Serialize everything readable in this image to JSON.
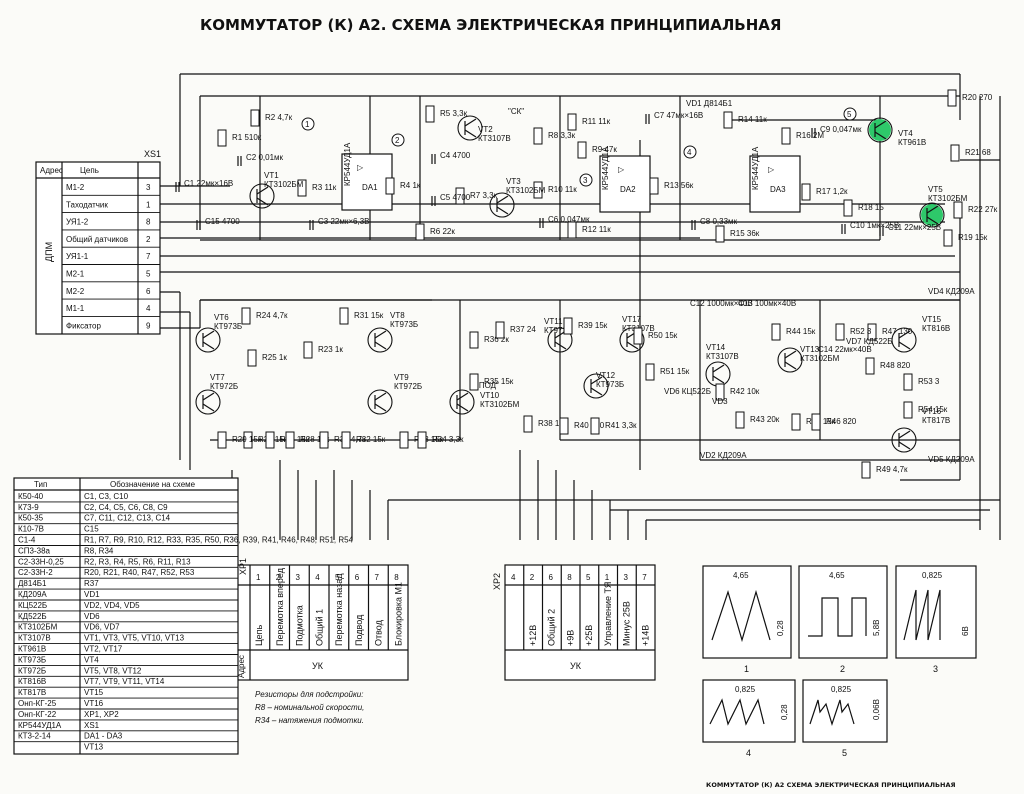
{
  "title": "КОММУТАТОР (К) А2. СХЕМА ЭЛЕКТРИЧЕСКАЯ ПРИНЦИПИАЛЬНАЯ",
  "footer": "КОММУТАТОР (К) А2 СХЕМА ЭЛЕКТРИЧЕСКАЯ ПРИНЦИПИАЛЬНАЯ",
  "highlight_color": "#2ec86a",
  "xs1": {
    "name": "XS1",
    "side_label": "ДПМ",
    "header_addr": "Адрес",
    "header_chain": "Цепь",
    "rows": [
      {
        "chain": "М1-2",
        "pin": "3"
      },
      {
        "chain": "Таходатчик",
        "pin": "1"
      },
      {
        "chain": "УЯ1-2",
        "pin": "8"
      },
      {
        "chain": "Общий датчиков",
        "pin": "2"
      },
      {
        "chain": "УЯ1-1",
        "pin": "7"
      },
      {
        "chain": "М2-1",
        "pin": "5"
      },
      {
        "chain": "М2-2",
        "pin": "6"
      },
      {
        "chain": "М1-1",
        "pin": "4"
      },
      {
        "chain": "Фиксатор",
        "pin": "9"
      }
    ]
  },
  "chips": [
    "DA1",
    "DA2",
    "DA3"
  ],
  "chip_parts": [
    "КР544УД1А",
    "КР544УД1А",
    "КР544УД1А"
  ],
  "transistors": [
    {
      "ref": "VT1",
      "type": "КТ3102БМ"
    },
    {
      "ref": "VT2",
      "type": "КТ3107В"
    },
    {
      "ref": "VT3",
      "type": "КТ3102БМ"
    },
    {
      "ref": "VT4",
      "type": "КТ961В"
    },
    {
      "ref": "VT5",
      "type": "КТ3102БМ"
    },
    {
      "ref": "VT6",
      "type": "КТ973Б"
    },
    {
      "ref": "VT7",
      "type": "КТ972Б"
    },
    {
      "ref": "VT8",
      "type": "КТ973Б"
    },
    {
      "ref": "VT9",
      "type": "КТ972Б"
    },
    {
      "ref": "VT10",
      "type": "КТ3102БМ"
    },
    {
      "ref": "VT11",
      "type": "КТ972Б"
    },
    {
      "ref": "VT12",
      "type": "КТ973Б"
    },
    {
      "ref": "VT13",
      "type": "КТ3102БМ"
    },
    {
      "ref": "VT14",
      "type": "КТ3107В"
    },
    {
      "ref": "VT15",
      "type": "КТ816В"
    },
    {
      "ref": "VT16",
      "type": "КТ817В"
    },
    {
      "ref": "VT17",
      "type": "КТ3107В"
    }
  ],
  "top_resistors": [
    "R1 510к",
    "R2 4,7к",
    "R3 11к",
    "R4 1к",
    "R5 3,3к",
    "R6 22к",
    "R7 3,3к",
    "R8 3,3к",
    "R9 47к",
    "R10 11к",
    "R11 11к",
    "R12 11к",
    "R13 56к",
    "R14 11к",
    "R15 36к",
    "R16 2М",
    "R17 1,2к",
    "R18 15",
    "R19 15к",
    "R20 270",
    "R21 68",
    "R22 27к"
  ],
  "top_caps": [
    "C1 22мк×16В",
    "C2 0,01мк",
    "C3 22мк×6,3В",
    "C4 4700",
    "C5 4700",
    "C6 0,047мк",
    "C7 47мк×16В",
    "C8 0,33мк",
    "C9 0,047мк",
    "C10 1мк×25В",
    "C11 22мк×25В",
    "C15 4700"
  ],
  "top_misc": [
    "VD1 Д814Б1",
    "\"СК\"",
    "\"ПОД\""
  ],
  "bot_resistors": [
    "R23 1к",
    "R24 4,7к",
    "R25 1к",
    "R26 15к",
    "R27 15к",
    "R28 15к",
    "R29 15к",
    "R30 4,7к",
    "R31 15к",
    "R32 15к",
    "R33 15к",
    "R34 3,3к",
    "R35 15к",
    "R36 2к",
    "R37 24",
    "R38 15к",
    "R39 15к",
    "R40 180",
    "R41 3,3к",
    "R42 10к",
    "R43 20к",
    "R44 15к",
    "R45 15к",
    "R46 820",
    "R47 130",
    "R48 820",
    "R49 4,7к",
    "R50 15к",
    "R51 15к",
    "R52 3",
    "R53 3",
    "R54 15к"
  ],
  "bot_misc": [
    "C12 1000мк×40В",
    "C13 100мк×40В",
    "C14 22мк×40В",
    "VD2 КД209А",
    "VD3",
    "VD4 КД209А",
    "VD5 КД209А",
    "VD6 КЦ522Б",
    "VD7 КД522Б"
  ],
  "nodes": [
    "1",
    "2",
    "3",
    "4",
    "5"
  ],
  "xp1": {
    "name": "XP1",
    "addr_label": "Адрес",
    "chain_label": "Цепь",
    "unit": "УК",
    "pins": [
      "1",
      "2",
      "3",
      "4",
      "5",
      "6",
      "7",
      "8"
    ],
    "chains": [
      "Перемотка вперед",
      "Подмотка",
      "Общий 1",
      "Перемотка назад",
      "Подвод",
      "Отвод",
      "Блокировка М1"
    ]
  },
  "xp2": {
    "name": "XP2",
    "unit": "УК",
    "pins": [
      "4",
      "2",
      "6",
      "8",
      "5",
      "1",
      "3",
      "7"
    ],
    "chains": [
      "+12В",
      "Общий 2",
      "+9В",
      "+25В",
      "Управление ТЯ",
      "Минус 25В",
      "+14В"
    ]
  },
  "parts_table": {
    "header_type": "Тип",
    "header_ref": "Обозначение на схеме",
    "rows": [
      [
        "К50-40",
        "С1, С3, С10"
      ],
      [
        "К73-9",
        "С2, С4, С5, С6, С8, С9"
      ],
      [
        "К50-35",
        "С7, С11, С12, С13, С14"
      ],
      [
        "К10-7В",
        "С15"
      ],
      [
        "С1-4",
        "R1, R7, R9, R10, R12, R33, R35, R50, R36, R39, R41, R46, R48, R51, R54"
      ],
      [
        "СП3-38а",
        "R8, R34"
      ],
      [
        "С2-33Н-0,25",
        "R2, R3, R4, R5, R6, R11, R13"
      ],
      [
        "С2-33Н-2",
        "R20, R21, R40, R47, R52, R53"
      ],
      [
        "Д814Б1",
        "R37"
      ],
      [
        "КД209А",
        "VD1"
      ],
      [
        "КЦ522Б",
        "VD2, VD4, VD5"
      ],
      [
        "КД522Б",
        "VD6"
      ],
      [
        "КТ3102БМ",
        "VD6, VD7"
      ],
      [
        "КТ3107В",
        "VT1, VT3, VT5, VT10, VT13"
      ],
      [
        "КТ961В",
        "VT2, VT17"
      ],
      [
        "КТ973Б",
        "VT4"
      ],
      [
        "КТ972Б",
        "VT5, VT8, VT12"
      ],
      [
        "КТ816В",
        "VT7, VT9, VT11, VT14"
      ],
      [
        "КТ817В",
        "VT15"
      ],
      [
        "Онп-КГ-25",
        "VT16"
      ],
      [
        "Онп-КГ-22",
        "XP1, XP2"
      ],
      [
        "КР544УД1А",
        "XS1"
      ],
      [
        "КТ3-2-14",
        "DA1 - DA3"
      ],
      [
        "",
        "VT13"
      ]
    ]
  },
  "notes": [
    "Резисторы для подстройки:",
    "R8 – номинальной скорости,",
    "R34 – натяжения подмотки."
  ],
  "waveforms": [
    {
      "n": "1",
      "w": "4,65",
      "a": "0,28"
    },
    {
      "n": "2",
      "w": "4,65",
      "a": "5,8В"
    },
    {
      "n": "3",
      "w": "0,825",
      "a": "6В"
    },
    {
      "n": "4",
      "w": "0,825",
      "a": "0,28"
    },
    {
      "n": "5",
      "w": "0,825",
      "a": "0,06В"
    }
  ]
}
